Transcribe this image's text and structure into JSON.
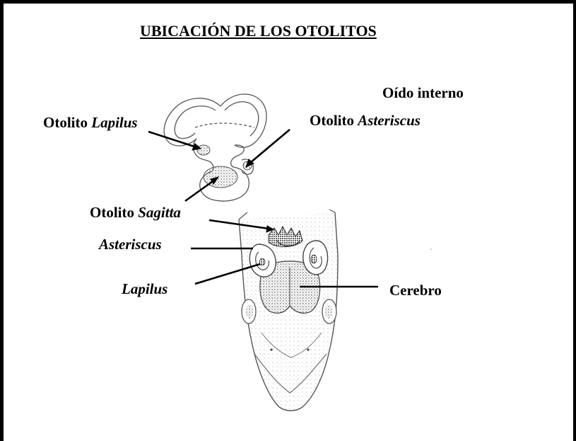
{
  "title": "UBICACIÓN DE LOS OTOLITOS",
  "labels": {
    "oido_interno": "Oído interno",
    "otolito_prefix": "Otolito ",
    "lapilus": "Lapilus",
    "asteriscus": "Asteriscus",
    "sagitta": "Sagitta",
    "cerebro": "Cerebro"
  },
  "colors": {
    "ink": "#000000",
    "sketch": "#555555",
    "stipple": "#888888",
    "background": "#ffffff"
  }
}
